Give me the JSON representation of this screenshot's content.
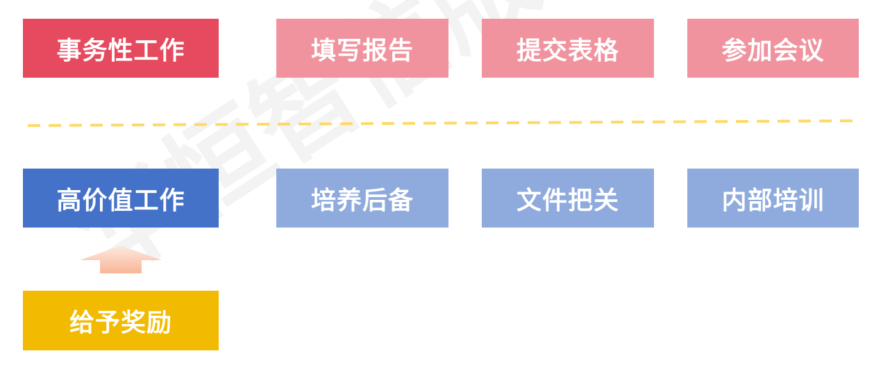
{
  "watermark": "华恒智信版权所有",
  "admin_work": {
    "title": "事务性工作",
    "items": [
      "填写报告",
      "提交表格",
      "参加会议"
    ]
  },
  "high_value_work": {
    "title": "高价值工作",
    "items": [
      "培养后备",
      "文件把关",
      "内部培训"
    ]
  },
  "reward": {
    "label": "给予奖励"
  },
  "colors": {
    "admin_title": "#E64A5E",
    "admin_item": "#F0939E",
    "high_title": "#4472C9",
    "high_item": "#8FAADC",
    "reward": "#F2BA00",
    "divider": "#FFD966",
    "arrow_top": "#FDE7DC",
    "arrow_bottom": "#F9B596"
  }
}
